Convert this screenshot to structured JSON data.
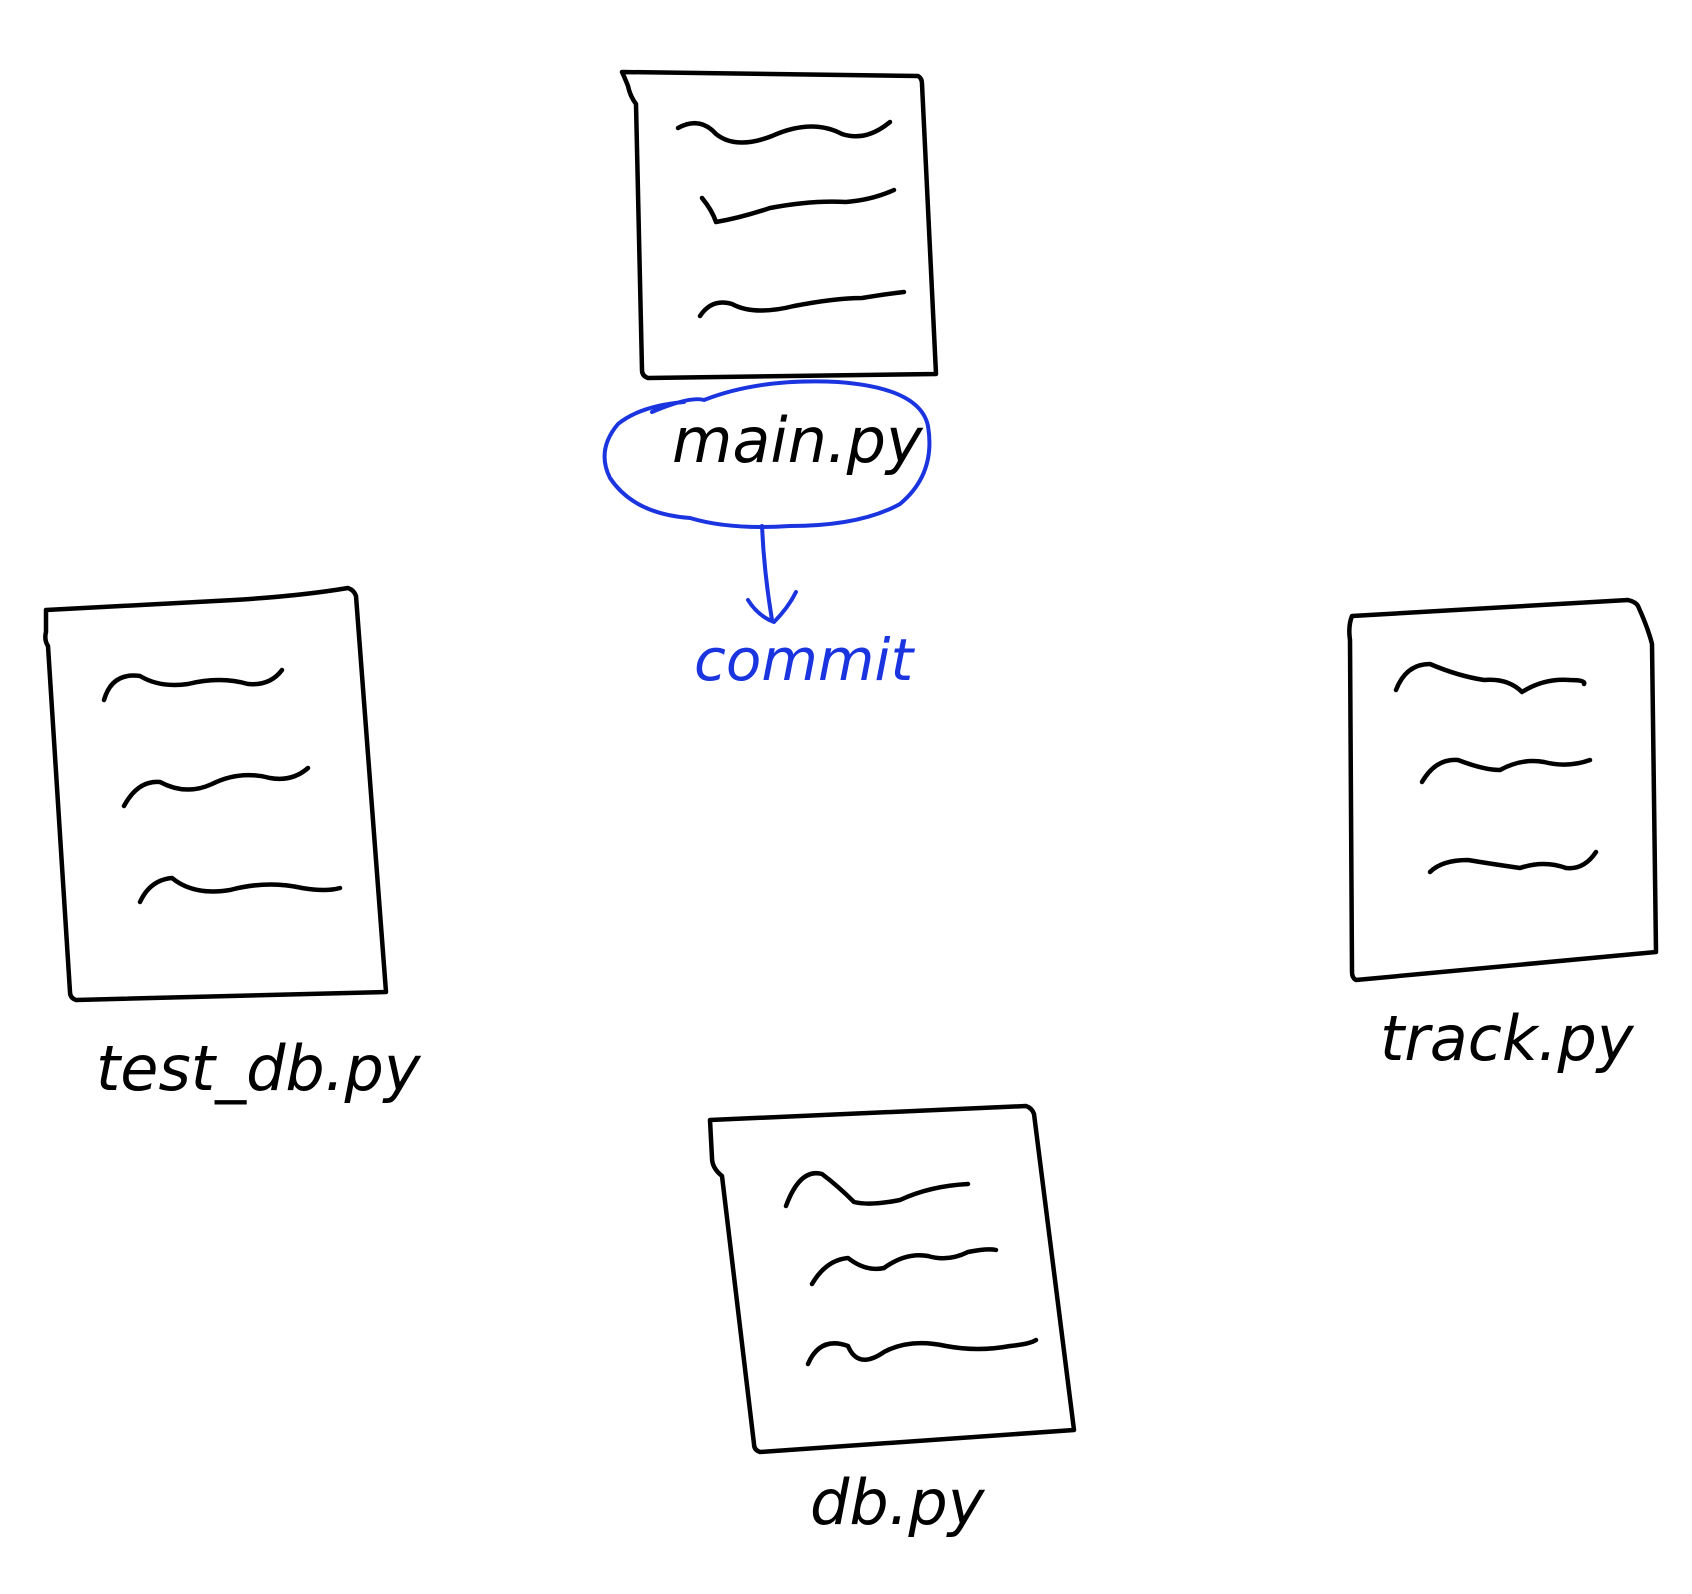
{
  "files": [
    {
      "id": "main",
      "label": "main.py",
      "highlighted": true
    },
    {
      "id": "test_db",
      "label": "test_db.py",
      "highlighted": false
    },
    {
      "id": "track",
      "label": "track.py",
      "highlighted": false
    },
    {
      "id": "db",
      "label": "db.py",
      "highlighted": false
    }
  ],
  "annotation": {
    "target": "main.py",
    "text": "commit",
    "color": "#1a35e0"
  },
  "colors": {
    "ink": "#000000",
    "background": "#ffffff",
    "annotation": "#1a35e0"
  },
  "icons": {
    "file": "document-icon",
    "arrow": "arrow-down-icon"
  }
}
